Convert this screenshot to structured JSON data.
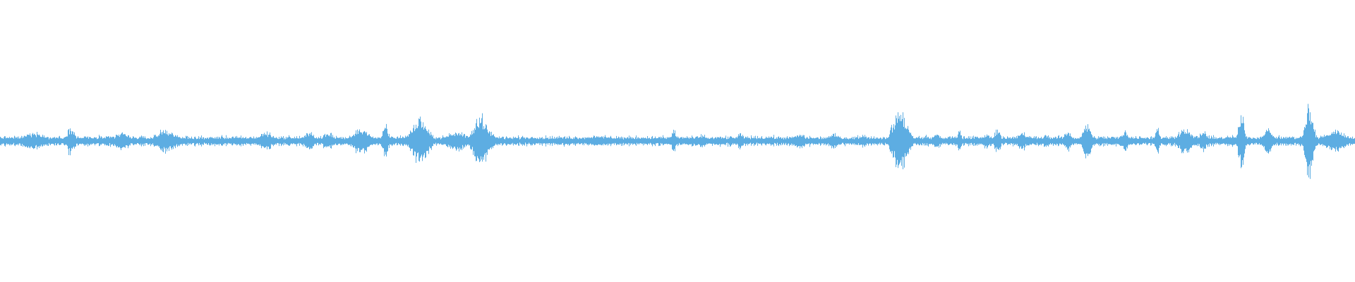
{
  "waveform": {
    "color": "#5dade2",
    "baseline_level": 0.03,
    "bursts": [
      {
        "at": 0.025,
        "level": 0.06,
        "spread": 0.012
      },
      {
        "at": 0.052,
        "level": 0.1,
        "spread": 0.004
      },
      {
        "at": 0.09,
        "level": 0.06,
        "spread": 0.008
      },
      {
        "at": 0.122,
        "level": 0.08,
        "spread": 0.01
      },
      {
        "at": 0.16,
        "level": 0.03,
        "spread": 0.006
      },
      {
        "at": 0.196,
        "level": 0.06,
        "spread": 0.008
      },
      {
        "at": 0.228,
        "level": 0.06,
        "spread": 0.006
      },
      {
        "at": 0.242,
        "level": 0.06,
        "spread": 0.006
      },
      {
        "at": 0.266,
        "level": 0.09,
        "spread": 0.008
      },
      {
        "at": 0.284,
        "level": 0.12,
        "spread": 0.003
      },
      {
        "at": 0.31,
        "level": 0.16,
        "spread": 0.008
      },
      {
        "at": 0.336,
        "level": 0.07,
        "spread": 0.01
      },
      {
        "at": 0.355,
        "level": 0.17,
        "spread": 0.008
      },
      {
        "at": 0.395,
        "level": 0.03,
        "spread": 0.01
      },
      {
        "at": 0.44,
        "level": 0.04,
        "spread": 0.01
      },
      {
        "at": 0.497,
        "level": 0.09,
        "spread": 0.002
      },
      {
        "at": 0.518,
        "level": 0.05,
        "spread": 0.004
      },
      {
        "at": 0.546,
        "level": 0.06,
        "spread": 0.003
      },
      {
        "at": 0.59,
        "level": 0.05,
        "spread": 0.006
      },
      {
        "at": 0.615,
        "level": 0.05,
        "spread": 0.006
      },
      {
        "at": 0.637,
        "level": 0.05,
        "spread": 0.004
      },
      {
        "at": 0.664,
        "level": 0.22,
        "spread": 0.007
      },
      {
        "at": 0.691,
        "level": 0.05,
        "spread": 0.004
      },
      {
        "at": 0.708,
        "level": 0.08,
        "spread": 0.002
      },
      {
        "at": 0.728,
        "level": 0.06,
        "spread": 0.003
      },
      {
        "at": 0.736,
        "level": 0.09,
        "spread": 0.003
      },
      {
        "at": 0.754,
        "level": 0.07,
        "spread": 0.004
      },
      {
        "at": 0.772,
        "level": 0.05,
        "spread": 0.004
      },
      {
        "at": 0.788,
        "level": 0.07,
        "spread": 0.004
      },
      {
        "at": 0.802,
        "level": 0.12,
        "spread": 0.004
      },
      {
        "at": 0.83,
        "level": 0.08,
        "spread": 0.003
      },
      {
        "at": 0.854,
        "level": 0.12,
        "spread": 0.002
      },
      {
        "at": 0.874,
        "level": 0.09,
        "spread": 0.007
      },
      {
        "at": 0.888,
        "level": 0.07,
        "spread": 0.004
      },
      {
        "at": 0.91,
        "level": 0.04,
        "spread": 0.003
      },
      {
        "at": 0.916,
        "level": 0.18,
        "spread": 0.003
      },
      {
        "at": 0.935,
        "level": 0.09,
        "spread": 0.005
      },
      {
        "at": 0.966,
        "level": 0.25,
        "spread": 0.004
      },
      {
        "at": 0.985,
        "level": 0.08,
        "spread": 0.01
      }
    ]
  }
}
